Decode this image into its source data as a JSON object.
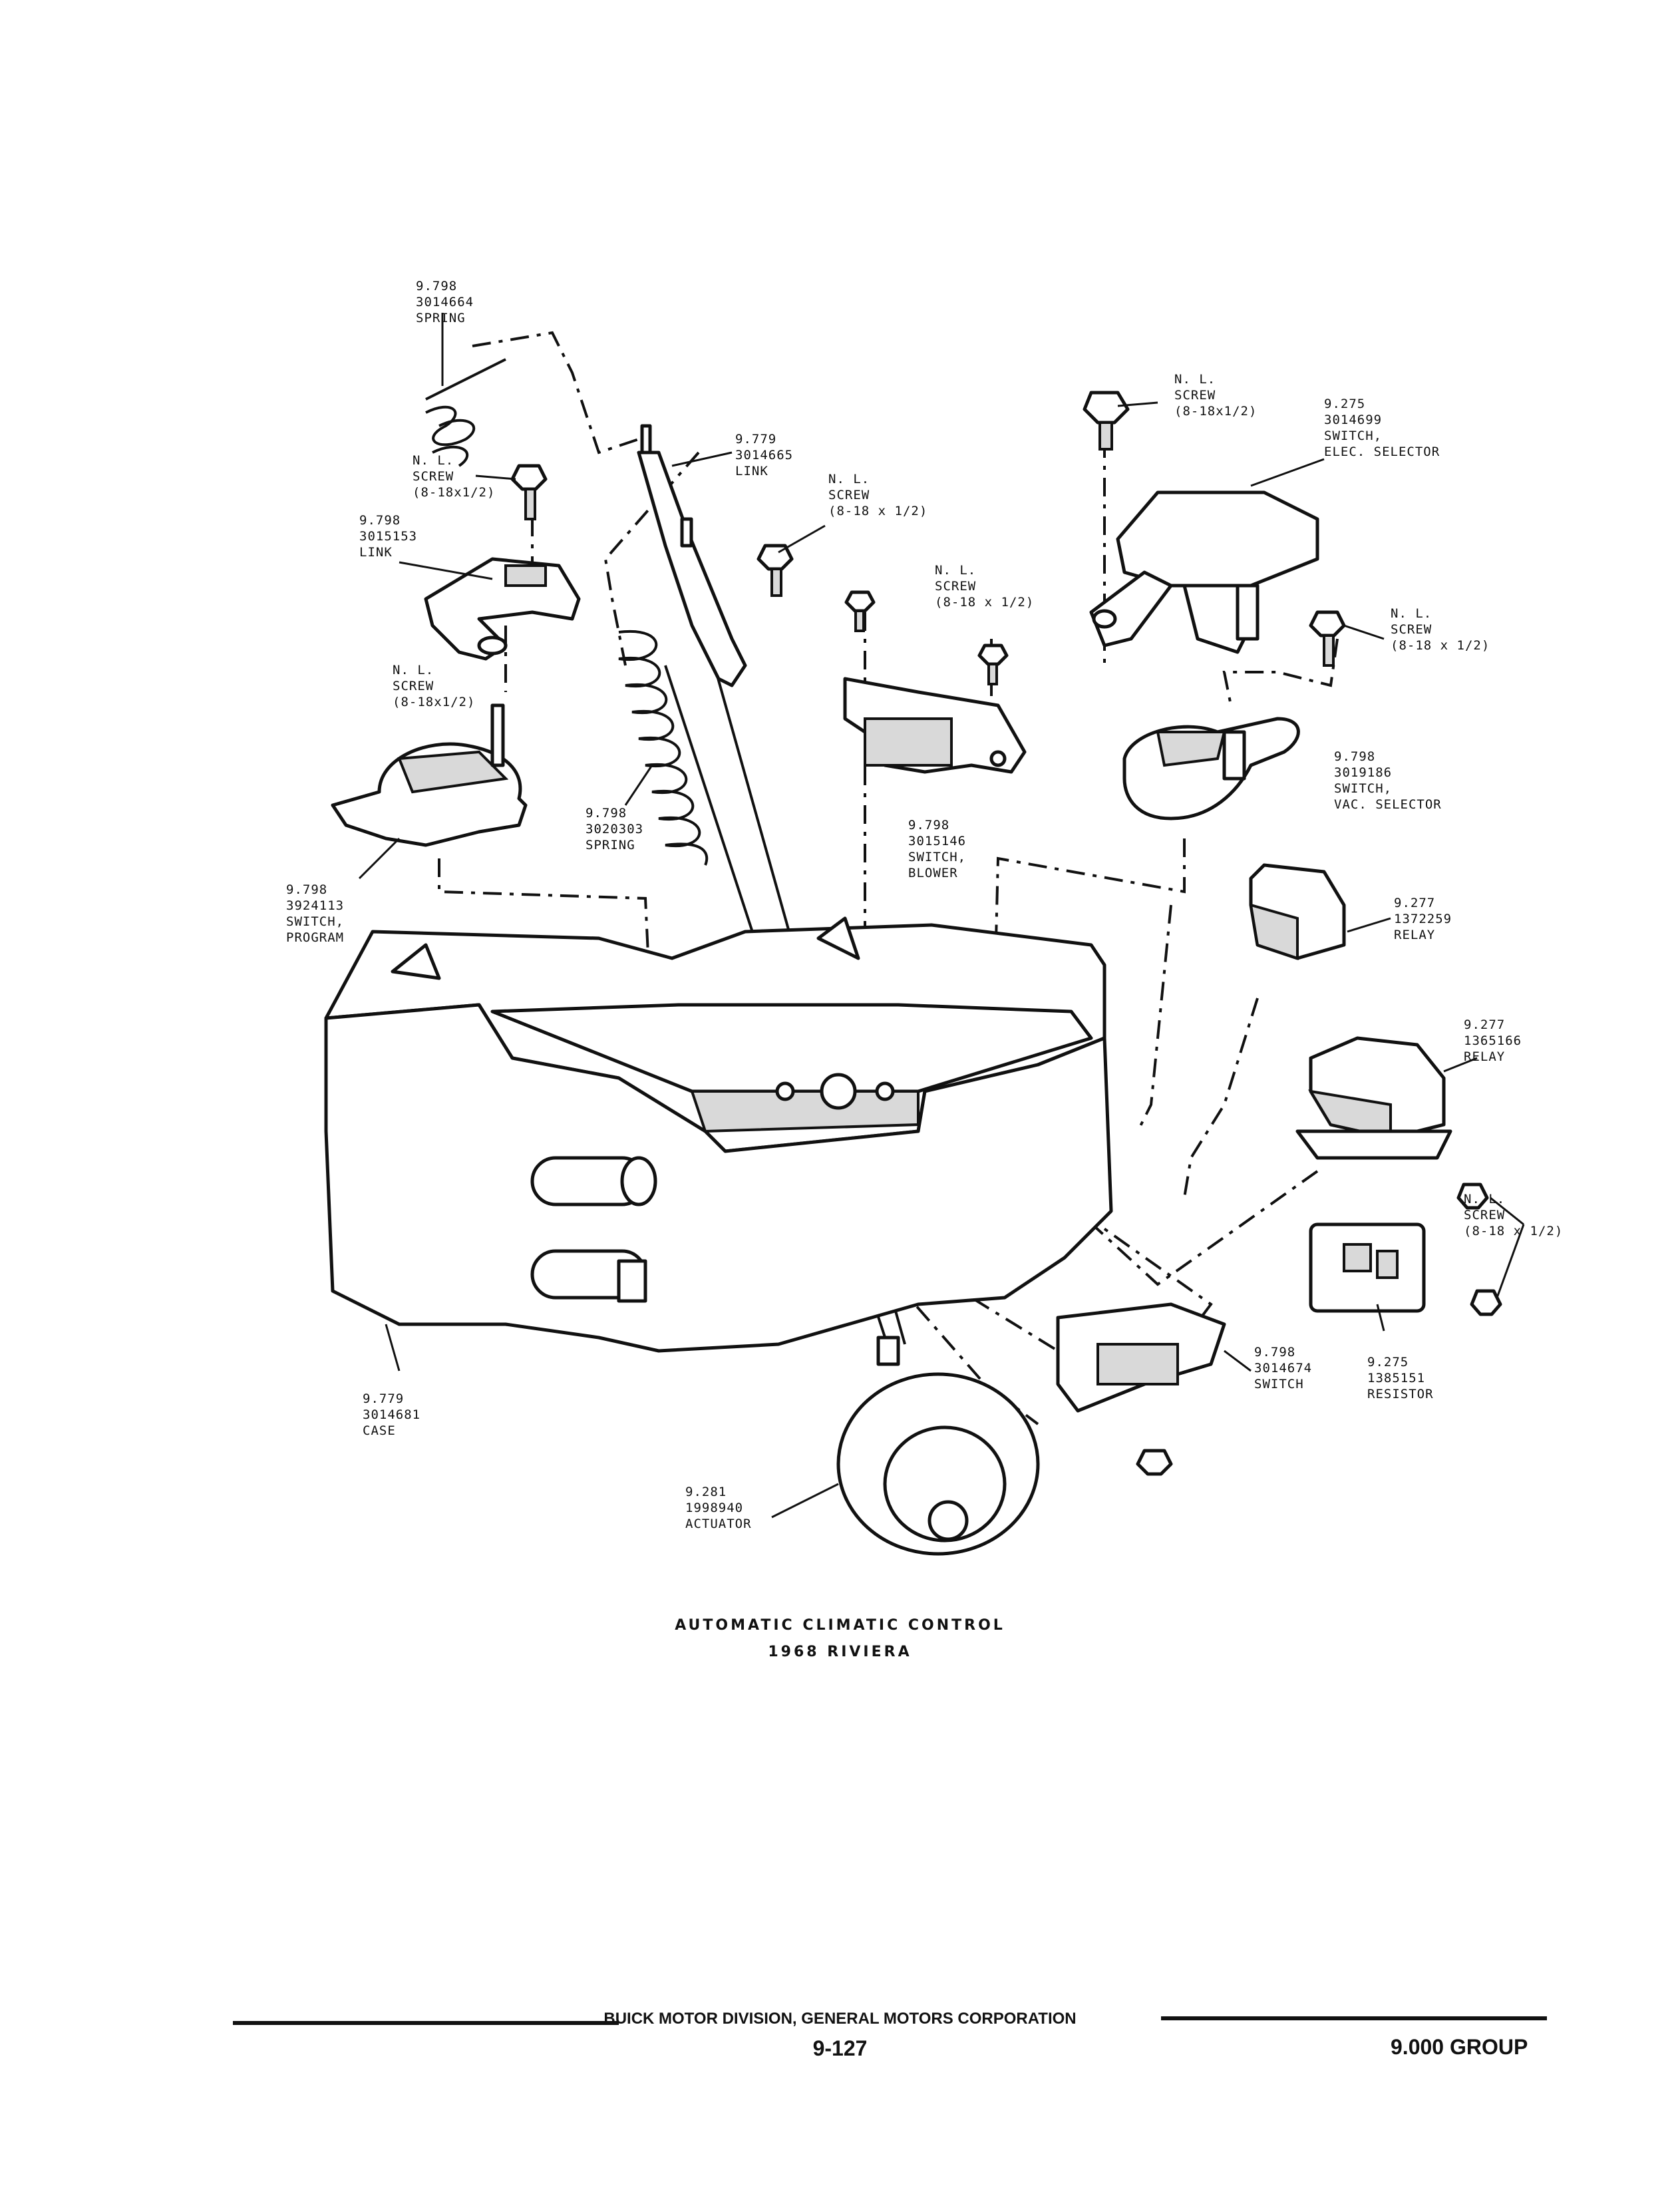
{
  "labels": {
    "spring_top": {
      "l1": "9.798",
      "l2": "3014664",
      "l3": "SPRING"
    },
    "screw_a": {
      "l1": "N. L.",
      "l2": "SCREW",
      "l3": "(8-18x1/2)"
    },
    "link_left": {
      "l1": "9.798",
      "l2": "3015153",
      "l3": "LINK"
    },
    "link_center": {
      "l1": "9.779",
      "l2": "3014665",
      "l3": "LINK"
    },
    "screw_b": {
      "l1": "N. L.",
      "l2": "SCREW",
      "l3": "(8-18 x 1/2)"
    },
    "screw_c": {
      "l1": "N. L.",
      "l2": "SCREW",
      "l3": "(8-18 x 1/2)"
    },
    "screw_d": {
      "l1": "N. L.",
      "l2": "SCREW",
      "l3": "(8-18x1/2)"
    },
    "switch_elec": {
      "l1": "9.275",
      "l2": "3014699",
      "l3": "SWITCH,",
      "l4": "ELEC. SELECTOR"
    },
    "screw_e": {
      "l1": "N. L.",
      "l2": "SCREW",
      "l3": "(8-18 x 1/2)"
    },
    "screw_f": {
      "l1": "N. L.",
      "l2": "SCREW",
      "l3": "(8-18x1/2)"
    },
    "spring_center": {
      "l1": "9.798",
      "l2": "3020303",
      "l3": "SPRING"
    },
    "switch_blower": {
      "l1": "9.798",
      "l2": "3015146",
      "l3": "SWITCH,",
      "l4": "BLOWER"
    },
    "switch_vac": {
      "l1": "9.798",
      "l2": "3019186",
      "l3": "SWITCH,",
      "l4": "VAC. SELECTOR"
    },
    "switch_program": {
      "l1": "9.798",
      "l2": "3924113",
      "l3": "SWITCH,",
      "l4": "PROGRAM"
    },
    "relay_a": {
      "l1": "9.277",
      "l2": "1372259",
      "l3": "RELAY"
    },
    "relay_b": {
      "l1": "9.277",
      "l2": "1365166",
      "l3": "RELAY"
    },
    "screw_g": {
      "l1": "N. L.",
      "l2": "SCREW",
      "l3": "(8-18 x 1/2)"
    },
    "switch_small": {
      "l1": "9.798",
      "l2": "3014674",
      "l3": "SWITCH"
    },
    "resistor": {
      "l1": "9.275",
      "l2": "1385151",
      "l3": "RESISTOR"
    },
    "case": {
      "l1": "9.779",
      "l2": "3014681",
      "l3": "CASE"
    },
    "actuator": {
      "l1": "9.281",
      "l2": "1998940",
      "l3": "ACTUATOR"
    }
  },
  "caption": {
    "title": "AUTOMATIC CLIMATIC CONTROL",
    "subtitle": "1968 RIVIERA"
  },
  "footer": {
    "company": "BUICK MOTOR DIVISION, GENERAL MOTORS CORPORATION",
    "page": "9-127",
    "group": "9.000 GROUP"
  }
}
